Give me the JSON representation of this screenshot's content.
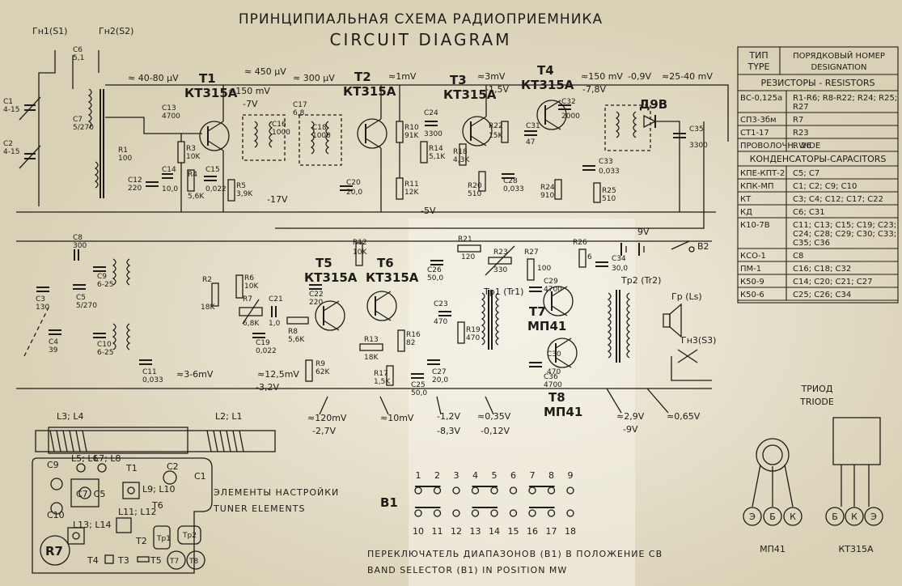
{
  "title": {
    "ru": "ПРИНЦИПИАЛЬНАЯ СХЕМА РАДИОПРИЕМНИКА",
    "en": "CIRCUIT DIAGRAM"
  },
  "transistors": [
    {
      "id": "T1",
      "type": "КТ315А"
    },
    {
      "id": "T2",
      "type": "КТ315А"
    },
    {
      "id": "T3",
      "type": "КТ315А"
    },
    {
      "id": "T4",
      "type": "КТ315А"
    },
    {
      "id": "T5",
      "type": "КТ315А"
    },
    {
      "id": "T6",
      "type": "КТ315А"
    },
    {
      "id": "T7",
      "type": "МП41"
    },
    {
      "id": "T8",
      "type": "МП41"
    }
  ],
  "jacks": [
    "Гн1(S1)",
    "Гн2(S2)",
    "Гн3(S3)"
  ],
  "diode": "Д9В",
  "battery": "9V",
  "switch_b2": "B2",
  "transformers": [
    "Tp1 (Tr1)",
    "Tp2 (Tr2)"
  ],
  "speaker": "Гр (Ls)",
  "signal_levels": {
    "ant": "≈ 40-80 μV",
    "t1_b": "≈ 450 μV",
    "t1_c": "≈ 300 μV",
    "t1_e": "≈150 mV",
    "t1_v": "-7V",
    "t2_in": "≈1mV",
    "t3_in": "≈3mV",
    "t3_v": "-1,5V",
    "t4_sig": "≈150 mV",
    "t4_v1": "-7,8V",
    "t4_v2": "-0,9V",
    "det": "≈25-40 mV",
    "minus17": "-17V",
    "minus5": "-5V",
    "vol": "≈3-6mV",
    "t5_sig": "≈12,5mV",
    "t5_v": "-3,2V",
    "t6_sig": "≈120mV",
    "t6_v": "-2,7V",
    "t6b_sig": "≈10mV",
    "t7_v1": "-1,2V",
    "t7_v2": "-8,3V",
    "t7_sig": "≈0,35V",
    "t7_v3": "-0,12V",
    "t8_sig": "≈2,9V",
    "t8_v": "-9V",
    "out": "≈0,65V"
  },
  "components": [
    {
      "ref": "C6",
      "val": "5,1"
    },
    {
      "ref": "C1",
      "val": "4-15"
    },
    {
      "ref": "C2",
      "val": "4-15"
    },
    {
      "ref": "C7",
      "val": "5/270"
    },
    {
      "ref": "R1",
      "val": "100"
    },
    {
      "ref": "C12",
      "val": "220"
    },
    {
      "ref": "C13",
      "val": "4700"
    },
    {
      "ref": "R3",
      "val": "10K"
    },
    {
      "ref": "C14",
      "val": "10,0"
    },
    {
      "ref": "R4",
      "val": "5,6K"
    },
    {
      "ref": "C15",
      "val": "0,022"
    },
    {
      "ref": "R5",
      "val": "3,9K"
    },
    {
      "ref": "C16",
      "val": "1000"
    },
    {
      "ref": "C17",
      "val": "6,8"
    },
    {
      "ref": "C18",
      "val": "1000"
    },
    {
      "ref": "C20",
      "val": "20,0"
    },
    {
      "ref": "R10",
      "val": "91K"
    },
    {
      "ref": "R11",
      "val": "12K"
    },
    {
      "ref": "C24",
      "val": "3300"
    },
    {
      "ref": "R14",
      "val": "5,1K"
    },
    {
      "ref": "R18",
      "val": "4,3K"
    },
    {
      "ref": "R20",
      "val": "510"
    },
    {
      "ref": "C28",
      "val": "0,033"
    },
    {
      "ref": "R22",
      "val": "15K"
    },
    {
      "ref": "C31",
      "val": "47"
    },
    {
      "ref": "C32",
      "val": "2000"
    },
    {
      "ref": "R24",
      "val": "910"
    },
    {
      "ref": "R25",
      "val": "510"
    },
    {
      "ref": "C33",
      "val": "0,033"
    },
    {
      "ref": "C35",
      "val": "3300"
    },
    {
      "ref": "C8",
      "val": "300"
    },
    {
      "ref": "C9",
      "val": "6-25"
    },
    {
      "ref": "C3",
      "val": "130"
    },
    {
      "ref": "C5",
      "val": "5/270"
    },
    {
      "ref": "C4",
      "val": "39"
    },
    {
      "ref": "C10",
      "val": "6-25"
    },
    {
      "ref": "C11",
      "val": "0,033"
    },
    {
      "ref": "R2",
      "val": "18K"
    },
    {
      "ref": "R6",
      "val": "10K"
    },
    {
      "ref": "R7",
      "val": "6,8K"
    },
    {
      "ref": "C21",
      "val": "1,0"
    },
    {
      "ref": "R8",
      "val": "5,6K"
    },
    {
      "ref": "C19",
      "val": "0,022"
    },
    {
      "ref": "R9",
      "val": "62K"
    },
    {
      "ref": "R12",
      "val": "10K"
    },
    {
      "ref": "C22",
      "val": "220"
    },
    {
      "ref": "R13",
      "val": "18K"
    },
    {
      "ref": "R16",
      "val": "82"
    },
    {
      "ref": "R17",
      "val": "1,5K"
    },
    {
      "ref": "C25",
      "val": "50,0"
    },
    {
      "ref": "C26",
      "val": "50,0"
    },
    {
      "ref": "C27",
      "val": "20,0"
    },
    {
      "ref": "C23",
      "val": "470"
    },
    {
      "ref": "C30",
      "val": "470"
    },
    {
      "ref": "R19",
      "val": "470"
    },
    {
      "ref": "R21",
      "val": "120"
    },
    {
      "ref": "R23",
      "val": "330"
    },
    {
      "ref": "R27",
      "val": "100"
    },
    {
      "ref": "R26",
      "val": "6"
    },
    {
      "ref": "C29",
      "val": "4700"
    },
    {
      "ref": "C34",
      "val": "30,0"
    },
    {
      "ref": "C36",
      "val": "4700"
    }
  ],
  "table": {
    "col_type": "ТИП\nTYPE",
    "col_desig": "ПОРЯДКОВЫЙ НОМЕР\nDESIGNATION",
    "resistors_header": "РЕЗИСТОРЫ - RESISTORS",
    "resistors": [
      {
        "type": "ВС-0,125а",
        "designation": "R1-R6; R8-R22; R24; R25; R27"
      },
      {
        "type": "СП3-3бм",
        "designation": "R7"
      },
      {
        "type": "СТ1-17",
        "designation": "R23"
      },
      {
        "type": "ПРОВОЛОЧН. WIDE",
        "designation": "R 26"
      }
    ],
    "capacitors_header": "КОНДЕНСАТОРЫ-CAPACITORS",
    "capacitors": [
      {
        "type": "КПЕ-КПТ-2",
        "designation": "C5; C7"
      },
      {
        "type": "КПК-МП",
        "designation": "C1; C2; C9; C10"
      },
      {
        "type": "КТ",
        "designation": "C3; C4; C12; C17; C22"
      },
      {
        "type": "КД",
        "designation": "C6; C31"
      },
      {
        "type": "К10-7В",
        "designation": "C11; C13; C15; C19; C23; C24; C28; C29; C30; C33; C35; C36"
      },
      {
        "type": "КСО-1",
        "designation": "C8"
      },
      {
        "type": "ПМ-1",
        "designation": "C16; C18; C32"
      },
      {
        "type": "К50-9",
        "designation": "C14; C20; C21; C27"
      },
      {
        "type": "К50-6",
        "designation": "C25; C26; C34"
      }
    ]
  },
  "triode": {
    "title_ru": "ТРИОД",
    "title_en": "TRIODE",
    "mp41": {
      "label": "МП41",
      "pins": [
        "Э",
        "Б",
        "К"
      ]
    },
    "kt315": {
      "label": "КТ315А",
      "pins": [
        "Б",
        "К",
        "Э"
      ]
    }
  },
  "tuner": {
    "coils": [
      "L3; L4",
      "L2; L1"
    ],
    "labels": [
      "C9",
      "L5; L6",
      "L7; L8",
      "T1",
      "C2",
      "C1",
      "C7, C5",
      "L9; L10",
      "C10",
      "T6",
      "L11; L12",
      "L13; L14",
      "Tp1",
      "Tp2",
      "T2",
      "R7",
      "T4",
      "T3",
      "T5",
      "T7",
      "T8"
    ],
    "title_ru": "ЭЛЕМЕНТЫ НАСТРОЙКИ",
    "title_en": "TUNER ELEMENTS"
  },
  "switch": {
    "name": "B1",
    "top_numbers": [
      "1",
      "2",
      "3",
      "4",
      "5",
      "6",
      "7",
      "8",
      "9"
    ],
    "bottom_numbers": [
      "10",
      "11",
      "12",
      "13",
      "14",
      "15",
      "16",
      "17",
      "18"
    ],
    "caption_ru": "ПЕРЕКЛЮЧАТЕЛЬ ДИАПАЗОНОВ (B1) В ПОЛОЖЕНИЕ СВ",
    "caption_en": "BAND SELECTOR (B1) IN POSITION MW"
  }
}
